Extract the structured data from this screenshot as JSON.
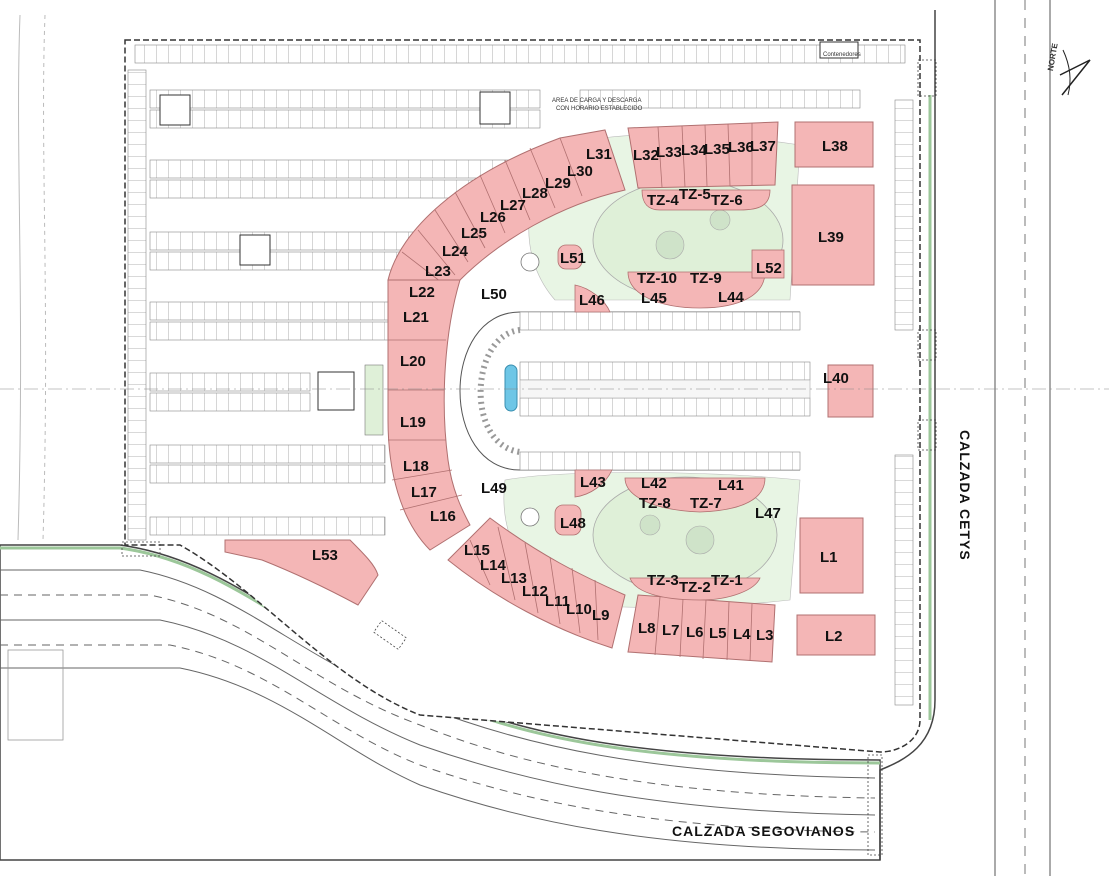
{
  "colors": {
    "retail": "#f4b6b6",
    "retail_stroke": "#b07070",
    "green": "#dff0d8",
    "green_dark": "#9cc79a",
    "line": "#555555",
    "road": "#f3f3f3"
  },
  "north_label": "NORTE",
  "streets": {
    "east": "CALZADA CETYS",
    "south": "CALZADA SEGOVIANOS"
  },
  "annotations": {
    "loading": "AREA DE CARGA Y DESCARGA",
    "loading_sub": "CON HORARIO ESTABLECIDO",
    "containers": "Contenedores"
  },
  "units_north_arc": [
    "L31",
    "L30",
    "L29",
    "L28",
    "L27",
    "L26",
    "L25",
    "L24",
    "L23",
    "L22"
  ],
  "units_west": [
    "L21",
    "L20",
    "L19",
    "L18",
    "L17",
    "L16"
  ],
  "units_top_row": [
    "L32",
    "L33",
    "L34",
    "L35",
    "L36",
    "L37"
  ],
  "units_south_arc": [
    "L15",
    "L14",
    "L13",
    "L12",
    "L11",
    "L10",
    "L9"
  ],
  "units_bottom_row": [
    "L8",
    "L7",
    "L6",
    "L5",
    "L4",
    "L3"
  ],
  "units_large": {
    "l38": "L38",
    "l39": "L39",
    "l40": "L40",
    "l1": "L1",
    "l2": "L2",
    "l53": "L53"
  },
  "kiosks_north": {
    "tz4": "TZ-4",
    "tz5": "TZ-5",
    "tz6": "TZ-6",
    "tz10": "TZ-10",
    "tz9": "TZ-9",
    "l45": "L45",
    "l44": "L44",
    "l46": "L46",
    "l51": "L51",
    "l52": "L52",
    "l50": "L50"
  },
  "kiosks_south": {
    "l43": "L43",
    "l42": "L42",
    "l41": "L41",
    "tz8": "TZ-8",
    "tz7": "TZ-7",
    "l49": "L49",
    "l48": "L48",
    "l47": "L47",
    "tz3": "TZ-3",
    "tz2": "TZ-2",
    "tz1": "TZ-1"
  }
}
